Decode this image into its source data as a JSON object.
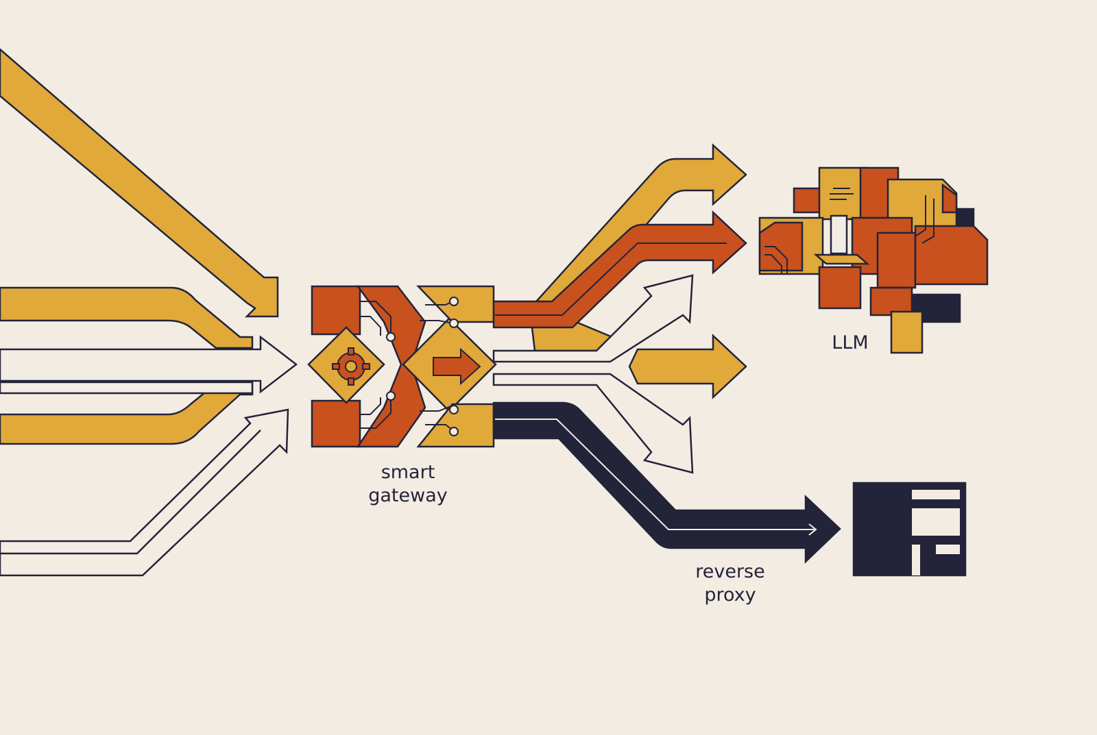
{
  "labels": {
    "gateway_line1": "smart",
    "gateway_line2": "gateway",
    "llm": "LLM",
    "proxy_line1": "reverse",
    "proxy_line2": "proxy"
  },
  "colors": {
    "background": "#f3ece2",
    "mustard": "#e0a93a",
    "rust": "#c8511e",
    "navy": "#23233a",
    "outline": "#23233a",
    "hollow": "#f3ece2"
  },
  "icons": {
    "gateway": "gear-router-icon",
    "llm": "brain-blocks-icon",
    "proxy": "server-rack-icon"
  }
}
